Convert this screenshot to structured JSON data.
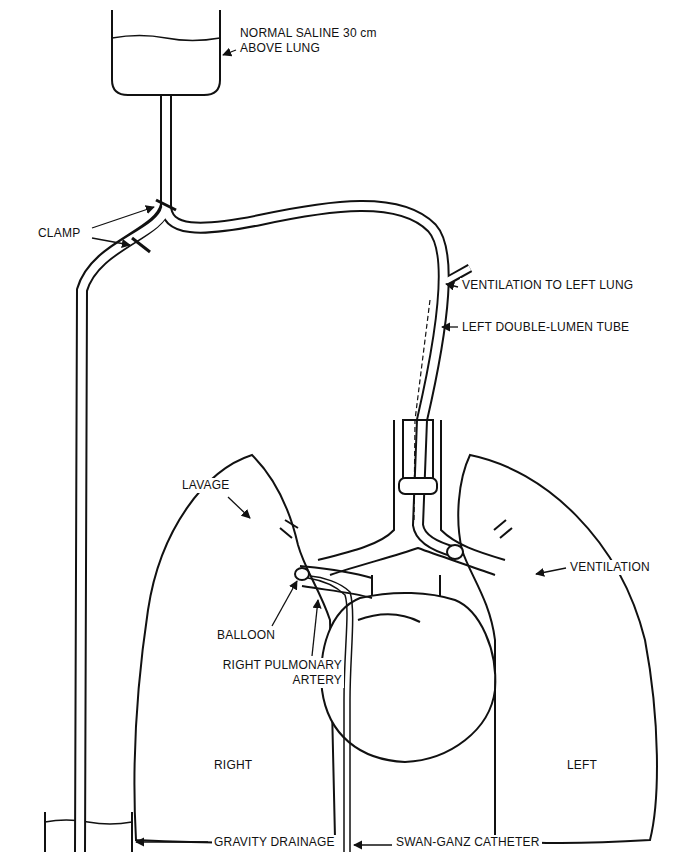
{
  "diagram": {
    "labels": [
      "NORMAL SALINE 30 cm ABOVE LUNG",
      "CLAMP",
      "VENTILATION TO LEFT LUNG",
      "LEFT DOUBLE-LUMEN TUBE",
      "LAVAGE",
      "VENTILATION",
      "BALLOON",
      "RIGHT PULMONARY ARTERY",
      "RIGHT",
      "LEFT",
      "SWAN-GANZ CATHETER",
      "GRAVITY DRAINAGE"
    ]
  }
}
